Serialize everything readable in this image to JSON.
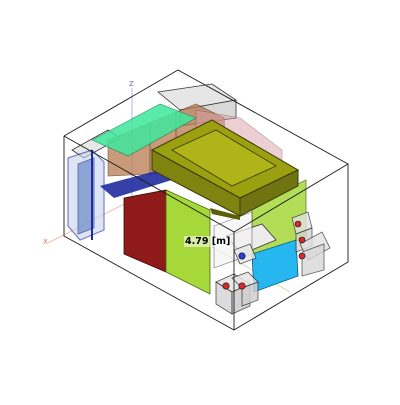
{
  "viewer": {
    "dimension_readout": "4.79 [m]",
    "axes": {
      "z_label": "Z",
      "x_label": "X"
    }
  },
  "colors": {
    "background": "#ffffff",
    "bounding_box": "#1a1a1a",
    "roof_top": "#9aa010",
    "roof_side": "#7f8410",
    "lime_wall": "#a6d83a",
    "red_wall": "#8e1a1a",
    "cyan_panel": "#26b6f0",
    "green_top": "#3ee89c",
    "brown_wall": "#b97a50",
    "blue_frame": "#1f2ca0",
    "ghost_box": "#dcdcdc"
  },
  "scene": {
    "ports": [
      "blue-port",
      "red-port",
      "red-port",
      "red-port",
      "red-port",
      "red-port"
    ]
  }
}
